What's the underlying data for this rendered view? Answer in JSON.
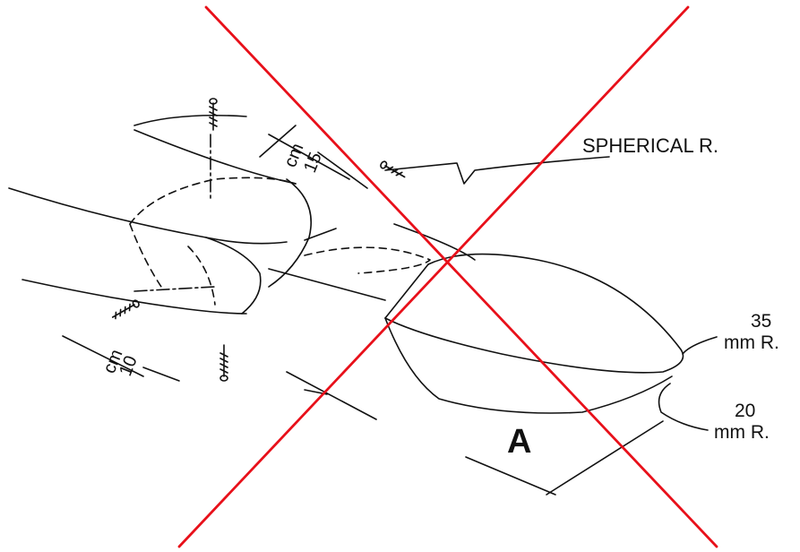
{
  "labels": {
    "spherical": "SPHERICAL R.",
    "r35_value": "35",
    "r35_unit": "mm R.",
    "r20_value": "20",
    "r20_unit": "mm R.",
    "dim_a": "A",
    "dim15_value": "15",
    "dim15_unit": "cm",
    "dim10_value": "10",
    "dim10_unit": "cm"
  },
  "colors": {
    "line": "#111111",
    "cross": "#e8101a"
  }
}
